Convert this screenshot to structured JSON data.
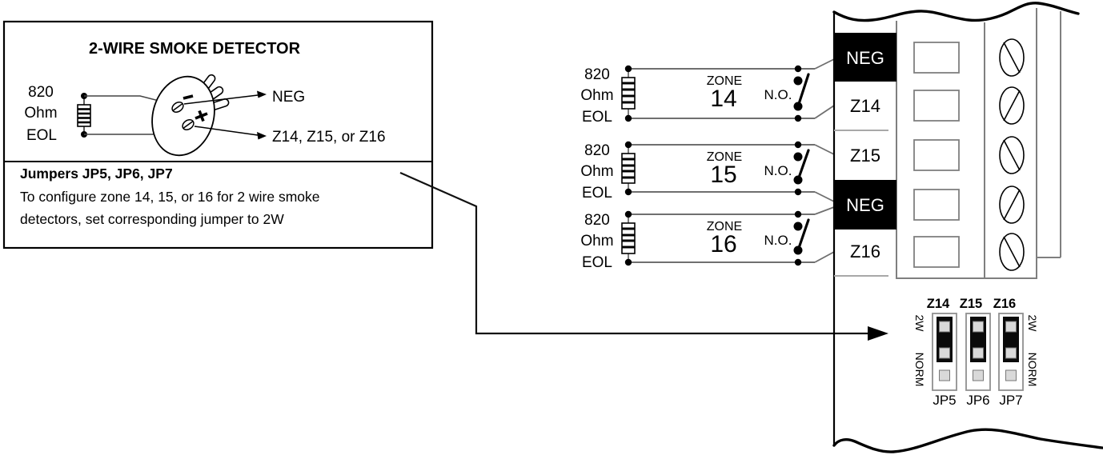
{
  "info_box": {
    "title": "2-WIRE SMOKE DETECTOR",
    "eol_resistor": {
      "line1": "820",
      "line2": "Ohm",
      "line3": "EOL"
    },
    "neg_output_label": "NEG",
    "zone_output_label": "Z14, Z15, or Z16",
    "jumpers_heading": "Jumpers JP5, JP6, JP7",
    "jumpers_note_line1": "To configure zone 14, 15, or 16 for 2 wire smoke",
    "jumpers_note_line2": "detectors, set corresponding jumper to 2W"
  },
  "zones": [
    {
      "eol_line1": "820",
      "eol_line2": "Ohm",
      "eol_line3": "EOL",
      "label": "ZONE",
      "number": "14",
      "contact_type": "N.O."
    },
    {
      "eol_line1": "820",
      "eol_line2": "Ohm",
      "eol_line3": "EOL",
      "label": "ZONE",
      "number": "15",
      "contact_type": "N.O."
    },
    {
      "eol_line1": "820",
      "eol_line2": "Ohm",
      "eol_line3": "EOL",
      "label": "ZONE",
      "number": "16",
      "contact_type": "N.O."
    }
  ],
  "terminal_strip": {
    "labels": [
      "NEG",
      "Z14",
      "Z15",
      "NEG",
      "Z16"
    ]
  },
  "jumper_block": {
    "column_headers": [
      "Z14",
      "Z15",
      "Z16"
    ],
    "jumper_names": [
      "JP5",
      "JP6",
      "JP7"
    ],
    "left_position_top": "2W",
    "left_position_bottom": "NORM",
    "right_position_top": "2W",
    "right_position_bottom": "NORM"
  },
  "colors": {
    "ink": "#000000",
    "wire_gray": "#6f6f6f",
    "outline_gray": "#7f7f7f",
    "separator_gray": "#a8a8a8",
    "pin_gray": "#d9d9d9",
    "terminal_label_bg": "#000000",
    "terminal_label_text": "#ffffff",
    "background": "#ffffff"
  }
}
